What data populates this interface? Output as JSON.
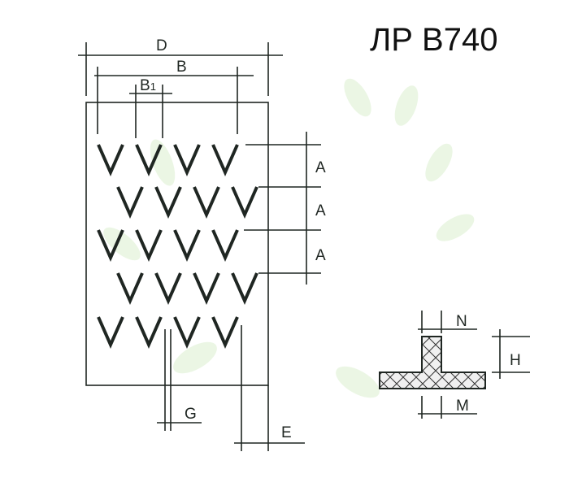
{
  "title": "ЛР B740",
  "dimensions": {
    "D": "D",
    "B": "B",
    "B1_main": "B",
    "B1_sub": "1",
    "A1": "A",
    "A2": "A",
    "A3": "A",
    "G": "G",
    "E": "E",
    "N": "N",
    "H": "H",
    "M": "M"
  },
  "colors": {
    "line": "#1f2622",
    "panel": "#f3f7f5",
    "watermark": "#e3f3dc"
  }
}
